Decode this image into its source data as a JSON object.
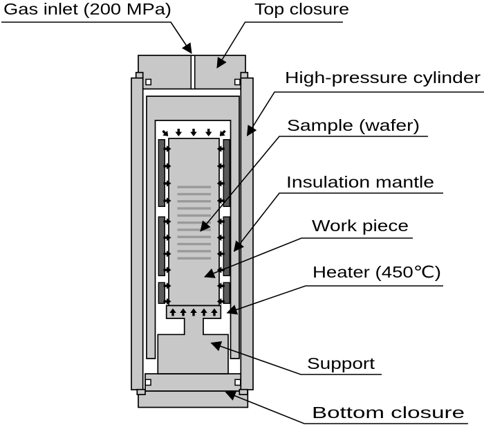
{
  "figure": {
    "labels": {
      "gas_inlet": "Gas inlet (200 MPa)",
      "top_closure": "Top closure",
      "high_pressure_cylinder": "High-pressure cylinder",
      "sample": "Sample (wafer)",
      "insulation_mantle": "Insulation mantle",
      "work_piece": "Work piece",
      "heater": "Heater (450℃)",
      "support": "Support",
      "bottom_closure": "Bottom closure"
    },
    "callout_values": {
      "gas_pressure": "200 MPa",
      "heater_temperature": "450℃"
    },
    "colors": {
      "background": "#ffffff",
      "vessel_body_gray": "#c8c8c8",
      "heater_gray": "#5a5a5a",
      "sample_stripe_gray": "#9a9a9a",
      "outline": "#000000"
    }
  }
}
